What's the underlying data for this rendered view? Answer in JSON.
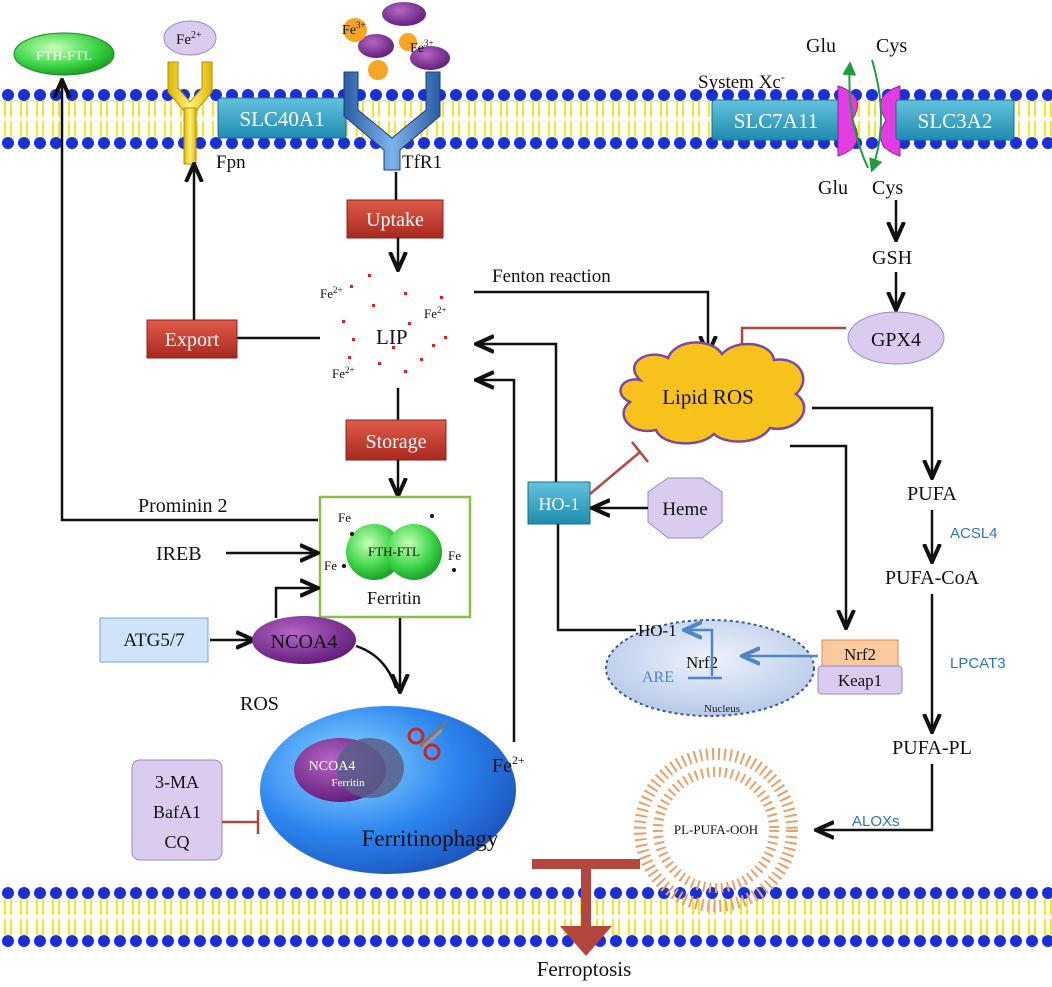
{
  "membrane": {
    "transporters": {
      "slc40a1": "SLC40A1",
      "fpn": "Fpn",
      "tfr1": "TfR1",
      "system_xc": "System Xc",
      "system_xc_sup": "-",
      "slc7a11": "SLC7A11",
      "slc3a2": "SLC3A2"
    },
    "amino_acids": {
      "glu_top": "Glu",
      "cys_top": "Cys",
      "glu_bottom": "Glu",
      "cys_bottom": "Cys"
    },
    "ions": {
      "fe2_top": "Fe",
      "fe2_top_sup": "2+",
      "fe3_a": "Fe",
      "fe3_a_sup": "3+",
      "fe3_b": "Fe",
      "fe3_b_sup": "3+"
    },
    "exported": "FTH-FTL"
  },
  "iron": {
    "uptake": "Uptake",
    "export": "Export",
    "storage": "Storage",
    "lip": "LIP",
    "lip_fe_a": "Fe",
    "lip_fe_a_sup": "2+",
    "lip_fe_b": "Fe",
    "lip_fe_b_sup": "2+",
    "lip_fe_c": "Fe",
    "lip_fe_c_sup": "2+",
    "fenton": "Fenton reaction",
    "prominin": "Prominin 2",
    "ireb": "IREB",
    "ferritin_core": "FTH-FTL",
    "ferritin": "Ferritin",
    "fe_dot_1": "Fe",
    "fe_dot_2": "Fe",
    "fe_dot_3": "Fe",
    "atg": "ATG5/7",
    "ncoa4": "NCOA4",
    "ros": "ROS",
    "fe2_release": "Fe",
    "fe2_release_sup": "2+"
  },
  "autophagy": {
    "inhibitors": [
      "3-MA",
      "BafA1",
      "CQ"
    ],
    "ncoa4_inner": "NCOA4",
    "ferritin_inner": "Ferritin",
    "ferritinophagy": "Ferritinophagy"
  },
  "gsh_axis": {
    "gsh": "GSH",
    "gpx4": "GPX4",
    "lipid_ros": "Lipid ROS"
  },
  "heme_axis": {
    "ho1": "HO-1",
    "heme": "Heme"
  },
  "nucleus": {
    "ho1": "HO-1",
    "nrf2": "Nrf2",
    "are": "ARE",
    "label": "Nucleus",
    "nrf2_out": "Nrf2",
    "keap1": "Keap1"
  },
  "lipid_pathway": {
    "pufa": "PUFA",
    "acsl4": "ACSL4",
    "pufa_coa": "PUFA-CoA",
    "lpcat3": "LPCAT3",
    "pufa_pl": "PUFA-PL",
    "aloxs": "ALOXs",
    "pl_pufa_ooh": "PL-PUFA-OOH"
  },
  "outcome": "Ferroptosis",
  "colors": {
    "membrane_blue": "#1b2fd6",
    "membrane_yellow": "#f2e628",
    "red_box": "#c0392b",
    "teal_box": "#31a3c4",
    "lavender": "#d9ccef",
    "ros_yellow": "#f7c21c",
    "inhibit_red": "#b5463e",
    "lysosome_blue": "#1f7be0",
    "enzyme_blue": "#2e75b6"
  }
}
